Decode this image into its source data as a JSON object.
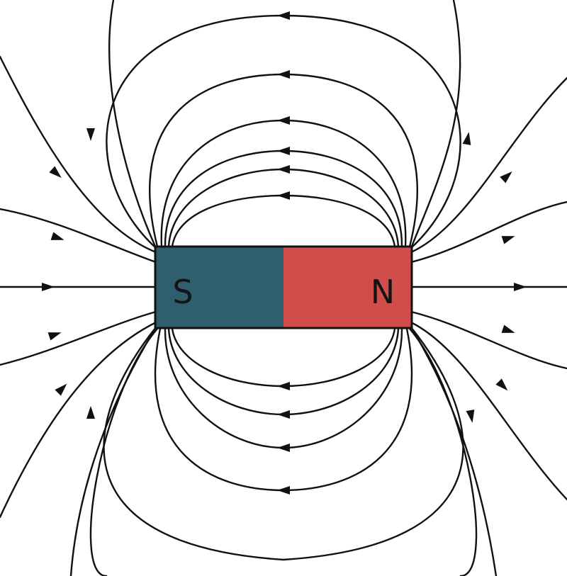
{
  "magnet": {
    "south_label": "S",
    "north_label": "N",
    "south_color": "#2f5f6e",
    "north_color": "#cf4e4b",
    "outline_color": "#111111"
  },
  "field_lines": {
    "color": "#111111",
    "direction": "north-to-south",
    "arrowhead": "arrow-icon"
  }
}
